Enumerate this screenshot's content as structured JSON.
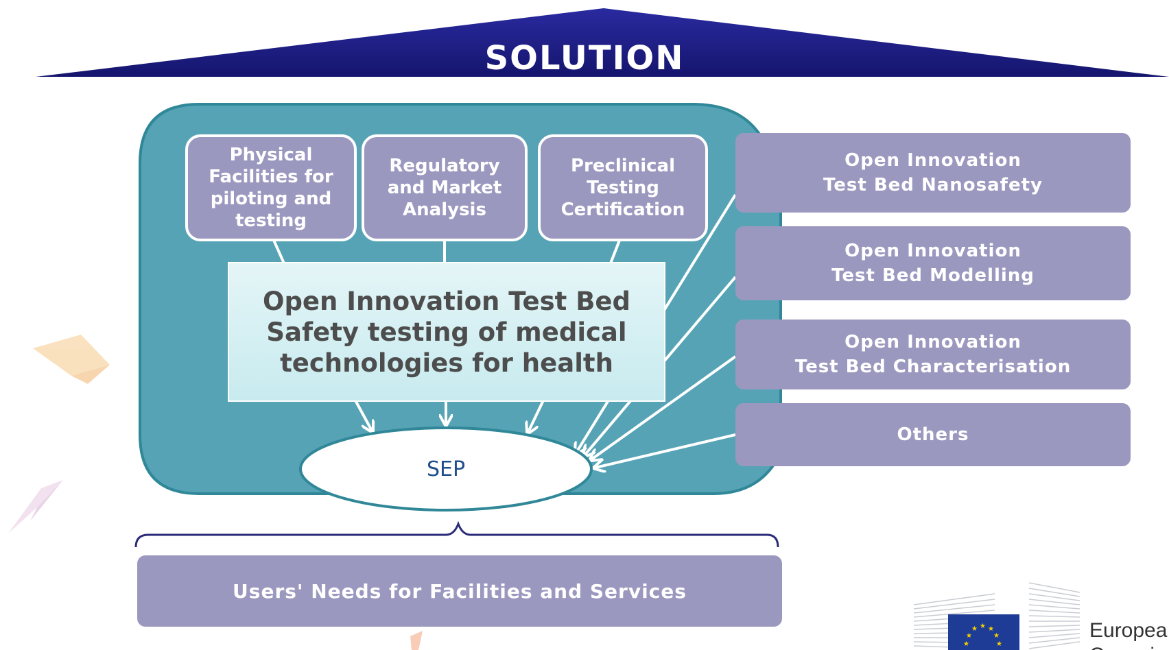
{
  "title": "SOLUTION",
  "top_boxes": [
    "Physical Facilities for piloting and testing",
    "Regulatory and Market Analysis",
    "Preclinical Testing Certification"
  ],
  "center_box": "Open Innovation Test Bed Safety testing of medical technologies for health",
  "sep": "SEP",
  "right_boxes": [
    {
      "line1": "Open Innovation",
      "line2": "Test Bed Nanosafety"
    },
    {
      "line1": "Open Innovation",
      "line2": "Test Bed Modelling"
    },
    {
      "line1": "Open Innovation",
      "line2": "Test Bed Characterisation"
    },
    {
      "line1": "Others",
      "line2": ""
    }
  ],
  "bottom_bar": "Users' Needs for Facilities and Services",
  "logo": {
    "text_line1": "Europea",
    "text_line2": "Commi"
  },
  "colors": {
    "roof": "#1f1f8f",
    "teal_container": "#56a3b6",
    "box_fill": "#9b98bf",
    "brace": "#2b2b7a",
    "eu_blue": "#1e3c96",
    "eu_star": "#f5d000"
  }
}
